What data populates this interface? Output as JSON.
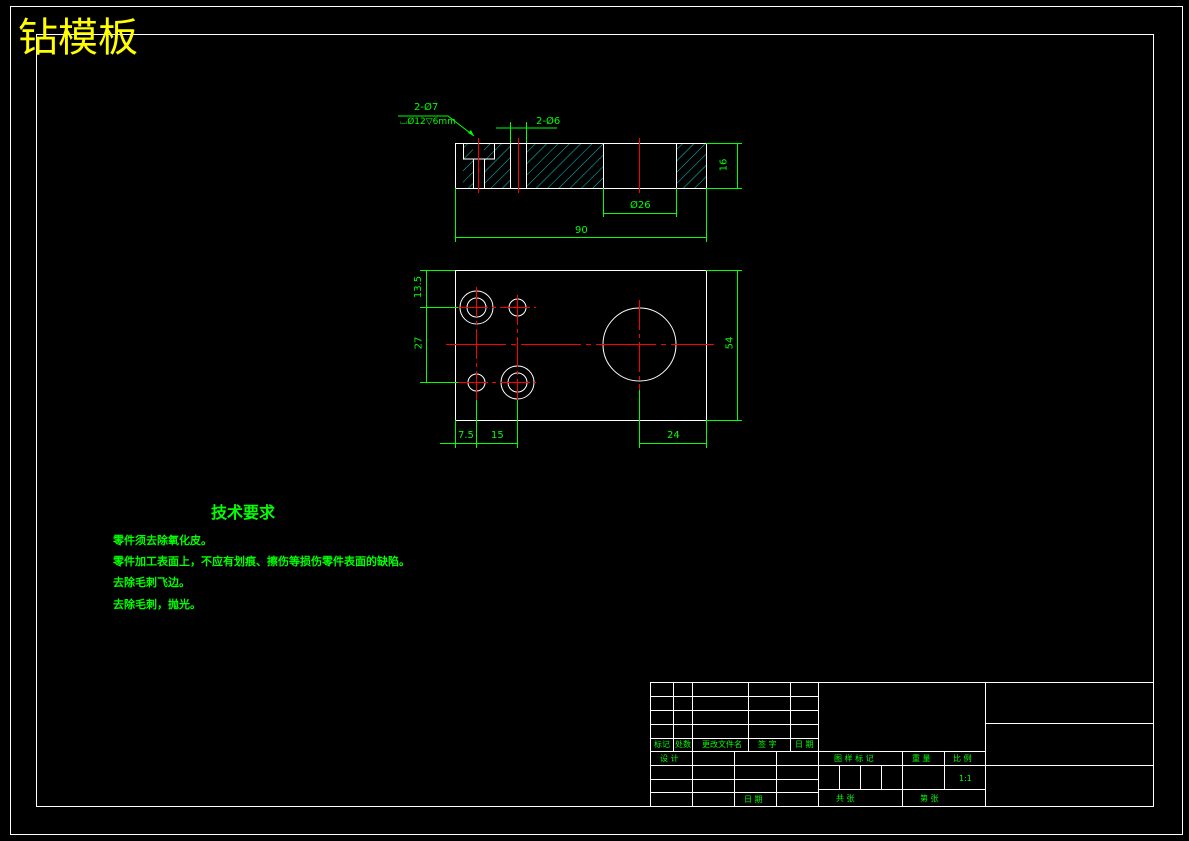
{
  "title": "钻模板",
  "colors": {
    "background": "#000000",
    "frame": "#ffffff",
    "dimension": "#00ff00",
    "centerline": "#ff0000",
    "title": "#ffff00"
  },
  "dimensions": {
    "callout_holes_counterbore": "2-Ø7",
    "callout_counterbore_spec": "⌴Ø12▽6mm",
    "callout_small_holes": "2-Ø6",
    "height": "16",
    "bore_diameter": "Ø26",
    "overall_length": "90",
    "offset_top": "13.5",
    "hole_spacing": "27",
    "overall_width": "54",
    "left_offset": "7.5",
    "hole_pitch": "15",
    "right_offset": "24"
  },
  "requirements": {
    "heading": "技术要求",
    "items": [
      "零件须去除氧化皮。",
      "零件加工表面上，不应有划痕、擦伤等损伤零件表面的缺陷。",
      "去除毛刺飞边。",
      "去除毛刺，抛光。"
    ]
  },
  "title_block": {
    "labels": {
      "mark": "标记",
      "count": "处数",
      "change_doc": "更改文件名",
      "signature": "签 字",
      "date": "日 期",
      "design": "设 计",
      "approve": "日 期",
      "stage_mark": "图 样 标 记",
      "weight": "重 量",
      "scale": "比 例",
      "total": "共 张",
      "sheet": "第 张"
    },
    "scale_value": "1:1"
  }
}
